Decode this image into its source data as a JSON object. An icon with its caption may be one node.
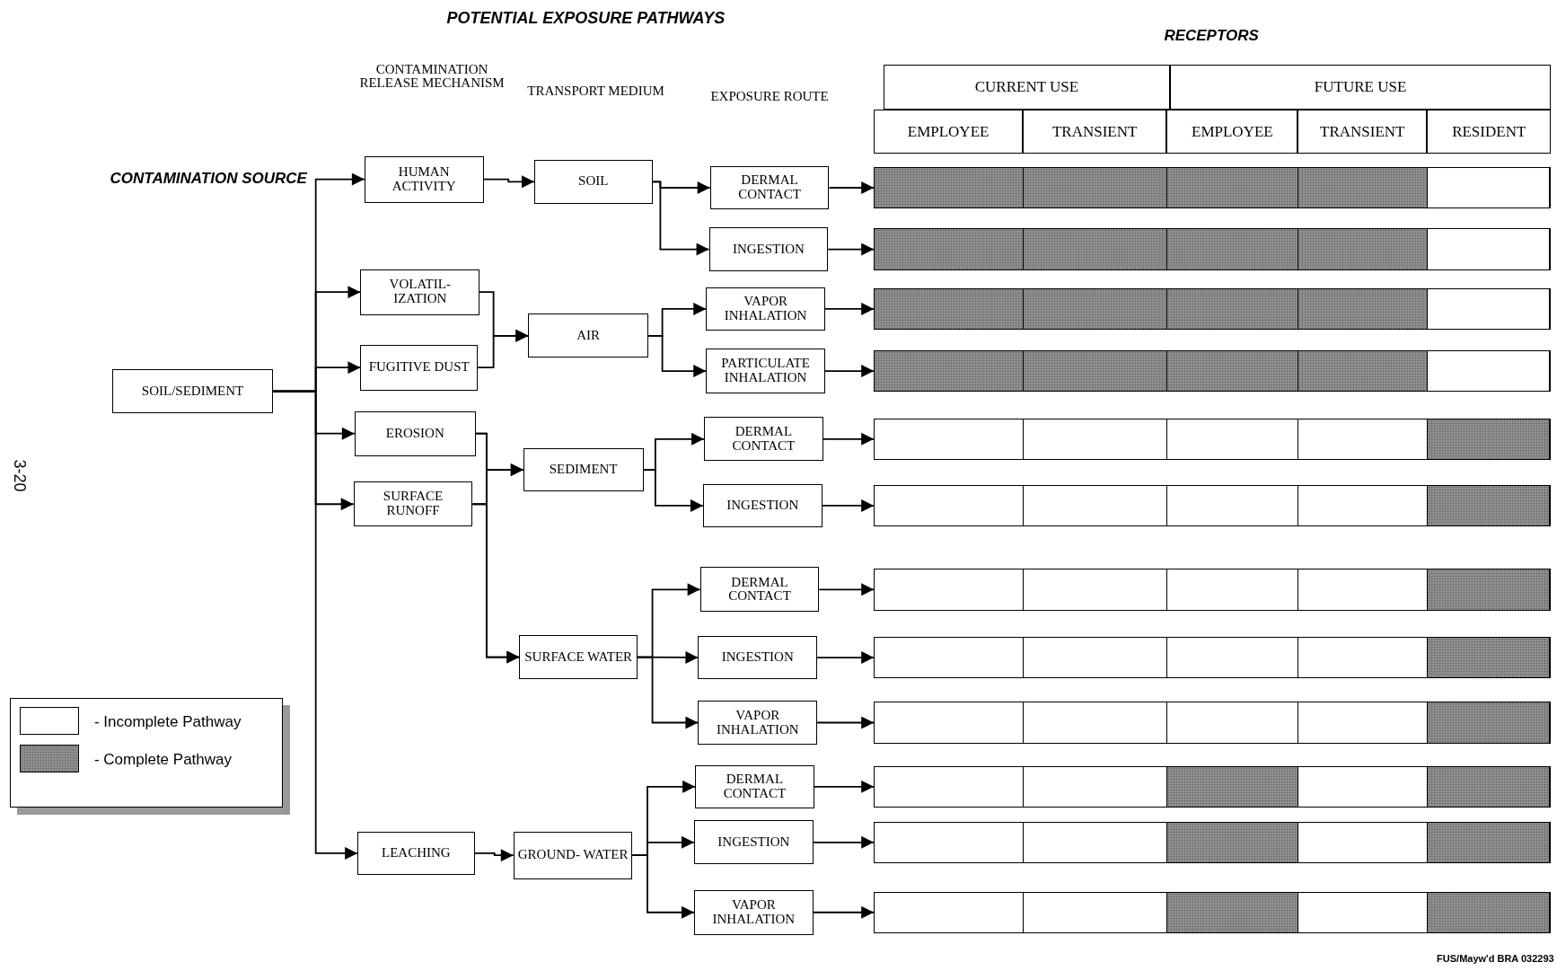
{
  "diagram": {
    "title": "POTENTIAL EXPOSURE PATHWAYS",
    "nodes": [
      {
        "text": [
          "SOIL/SEDIMENT"
        ]
      },
      {
        "text": [
          "HUMAN ACTIVITY"
        ]
      },
      {
        "text": [
          "VOLATIL- IZATION"
        ]
      },
      {
        "text": [
          "FUGITIVE DUST"
        ]
      },
      {
        "text": [
          "EROSION"
        ]
      },
      {
        "text": [
          "SURFACE RUNOFF"
        ]
      },
      {
        "text": [
          "LEACHING"
        ]
      },
      {
        "text": [
          "SOIL"
        ]
      },
      {
        "text": [
          "AIR"
        ]
      },
      {
        "text": [
          "SEDIMENT"
        ]
      },
      {
        "text": [
          "SURFACE WATER"
        ]
      },
      {
        "text": [
          "GROUND- WATER"
        ]
      },
      {
        "text": [
          "DERMAL CONTACT"
        ]
      },
      {
        "text": [
          "INGESTION"
        ]
      },
      {
        "text": [
          "VAPOR INHALATION"
        ]
      },
      {
        "text": [
          "PARTICULATE INHALATION"
        ]
      },
      {
        "text": [
          "DERMAL CONTACT"
        ]
      },
      {
        "text": [
          "INGESTION"
        ]
      },
      {
        "text": [
          "DERMAL CONTACT"
        ]
      },
      {
        "text": [
          "INGESTION"
        ]
      },
      {
        "text": [
          "VAPOR INHALATION"
        ]
      },
      {
        "text": [
          "DERMAL CONTACT"
        ]
      },
      {
        "text": [
          "INGESTION"
        ]
      },
      {
        "text": [
          "VAPOR INHALATION"
        ]
      },
      {
        "text": [],
        "shape": "bar"
      },
      {
        "text": [],
        "shape": "block",
        "in": 24
      },
      {
        "text": [],
        "shape": "block",
        "in": 24
      },
      {
        "text": [],
        "shape": "block",
        "in": 24
      },
      {
        "text": [],
        "shape": "block",
        "in": 24
      },
      {
        "text": [],
        "shape": "box",
        "in": 24
      },
      {
        "text": [],
        "shape": "bar"
      },
      {
        "text": [],
        "shape": "block",
        "in": 30
      },
      {
        "text": [],
        "shape": "block",
        "in": 30
      },
      {
        "text": [],
        "shape": "block",
        "in": 30
      },
      {
        "text": [],
        "shape": "block",
        "in": 30
      },
      {
        "text": [],
        "shape": "box",
        "in": 30
      },
      {
        "text": [],
        "shape": "bar"
      },
      {
        "text": [],
        "shape": "block",
        "in": 36
      },
      {
        "text": [],
        "shape": "block",
        "in": 36
      },
      {
        "text": [],
        "shape": "block",
        "in": 36
      },
      {
        "text": [],
        "shape": "block",
        "in": 36
      },
      {
        "text": [],
        "shape": "box",
        "in": 36
      },
      {
        "text": [],
        "shape": "bar"
      },
      {
        "text": [],
        "shape": "block",
        "in": 42
      },
      {
        "text": [],
        "shape": "block",
        "in": 42
      },
      {
        "text": [],
        "shape": "block",
        "in": 42
      },
      {
        "text": [],
        "shape": "block",
        "in": 42
      },
      {
        "text": [],
        "shape": "box",
        "in": 42
      },
      {
        "text": [],
        "shape": "bar"
      },
      {
        "text": [],
        "shape": "box",
        "in": 48
      },
      {
        "text": [],
        "shape": "box",
        "in": 48
      },
      {
        "text": [],
        "shape": "box",
        "in": 48
      },
      {
        "text": [],
        "shape": "box",
        "in": 48
      },
      {
        "text": [],
        "shape": "block",
        "in": 48
      },
      {
        "text": [],
        "shape": "bar"
      },
      {
        "text": [],
        "shape": "box",
        "in": 54
      },
      {
        "text": [],
        "shape": "box",
        "in": 54
      },
      {
        "text": [],
        "shape": "box",
        "in": 54
      },
      {
        "text": [],
        "shape": "box",
        "in": 54
      },
      {
        "text": [],
        "shape": "block",
        "in": 54
      },
      {
        "text": [],
        "shape": "bar"
      },
      {
        "text": [],
        "shape": "box",
        "in": 60
      },
      {
        "text": [],
        "shape": "box",
        "in": 60
      },
      {
        "text": [],
        "shape": "box",
        "in": 60
      },
      {
        "text": [],
        "shape": "box",
        "in": 60
      },
      {
        "text": [],
        "shape": "block",
        "in": 60
      },
      {
        "text": [],
        "shape": "bar"
      },
      {
        "text": [],
        "shape": "box",
        "in": 66
      },
      {
        "text": [],
        "shape": "box",
        "in": 66
      },
      {
        "text": [],
        "shape": "box",
        "in": 66
      },
      {
        "text": [],
        "shape": "box",
        "in": 66
      },
      {
        "text": [],
        "shape": "block",
        "in": 66
      },
      {
        "text": [],
        "shape": "bar"
      },
      {
        "text": [],
        "shape": "box",
        "in": 72
      },
      {
        "text": [],
        "shape": "box",
        "in": 72
      },
      {
        "text": [],
        "shape": "box",
        "in": 72
      },
      {
        "text": [],
        "shape": "box",
        "in": 72
      },
      {
        "text": [],
        "shape": "block",
        "in": 72
      },
      {
        "text": [],
        "shape": "bar"
      },
      {
        "text": [],
        "shape": "box",
        "in": 78
      },
      {
        "text": [],
        "shape": "box",
        "in": 78
      },
      {
        "text": [],
        "shape": "block",
        "in": 78
      },
      {
        "text": [],
        "shape": "box",
        "in": 78
      },
      {
        "text": [],
        "shape": "block",
        "in": 78
      },
      {
        "text": [],
        "shape": "bar"
      },
      {
        "text": [],
        "shape": "box",
        "in": 84
      },
      {
        "text": [],
        "shape": "box",
        "in": 84
      },
      {
        "text": [],
        "shape": "block",
        "in": 84
      },
      {
        "text": [],
        "shape": "box",
        "in": 84
      },
      {
        "text": [],
        "shape": "block",
        "in": 84
      },
      {
        "text": [],
        "shape": "bar"
      },
      {
        "text": [],
        "shape": "box",
        "in": 90
      },
      {
        "text": [],
        "shape": "box",
        "in": 90
      },
      {
        "text": [],
        "shape": "block",
        "in": 90
      },
      {
        "text": [],
        "shape": "box",
        "in": 90
      },
      {
        "text": [],
        "shape": "block",
        "in": 90
      }
    ],
    "edges": [
      {
        "from": 0,
        "to": 1,
        "arrow": "to"
      },
      {
        "from": 0,
        "to": 2,
        "arrow": "to"
      },
      {
        "from": 0,
        "to": 3,
        "arrow": "to"
      },
      {
        "from": 0,
        "to": 4,
        "arrow": "to"
      },
      {
        "from": 0,
        "to": 5,
        "arrow": "to"
      },
      {
        "from": 0,
        "to": 6,
        "arrow": "to"
      },
      {
        "from": 1,
        "to": 7,
        "arrow": "to"
      },
      {
        "from": 2,
        "to": 8,
        "arrow": "to"
      },
      {
        "from": 3,
        "to": 8,
        "arrow": "to"
      },
      {
        "from": 4,
        "to": 9,
        "arrow": "to"
      },
      {
        "from": 5,
        "to": 9,
        "arrow": "to"
      },
      {
        "from": 4,
        "to": 10,
        "arrow": "to"
      },
      {
        "from": 5,
        "to": 10,
        "arrow": "to"
      },
      {
        "from": 6,
        "to": 11,
        "arrow": "to"
      },
      {
        "from": 7,
        "to": 12,
        "arrow": "to"
      },
      {
        "from": 7,
        "to": 13,
        "arrow": "to"
      },
      {
        "from": 8,
        "to": 14,
        "arrow": "to"
      },
      {
        "from": 8,
        "to": 15,
        "arrow": "to"
      },
      {
        "from": 9,
        "to": 16,
        "arrow": "to"
      },
      {
        "from": 9,
        "to": 17,
        "arrow": "to"
      },
      {
        "from": 10,
        "to": 18,
        "arrow": "to"
      },
      {
        "from": 10,
        "to": 19,
        "arrow": "to"
      },
      {
        "from": 10,
        "to": 20,
        "arrow": "to"
      },
      {
        "from": 11,
        "to": 21,
        "arrow": "to"
      },
      {
        "from": 11,
        "to": 22,
        "arrow": "to"
      },
      {
        "from": 11,
        "to": 23,
        "arrow": "to"
      },
      {
        "from": 12,
        "to": 24,
        "arrow": "to"
      },
      {
        "from": 13,
        "to": 30,
        "arrow": "to"
      },
      {
        "from": 14,
        "to": 36,
        "arrow": "to"
      },
      {
        "from": 15,
        "to": 42,
        "arrow": "to"
      },
      {
        "from": 16,
        "to": 48,
        "arrow": "to"
      },
      {
        "from": 17,
        "to": 54,
        "arrow": "to"
      },
      {
        "from": 18,
        "to": 60,
        "arrow": "to"
      },
      {
        "from": 19,
        "to": 66,
        "arrow": "to"
      },
      {
        "from": 20,
        "to": 72,
        "arrow": "to"
      },
      {
        "from": 21,
        "to": 78,
        "arrow": "to"
      },
      {
        "from": 22,
        "to": 84,
        "arrow": "to"
      },
      {
        "from": 23,
        "to": 90,
        "arrow": "to"
      }
    ],
    "labels": [
      "CONTAMINATION RELEASE MECHANISM",
      "TRANSPORT MEDIUM",
      "EXPOSURE ROUTE",
      "RECEPTORS",
      "CURRENT USE",
      "FUTURE USE",
      "EMPLOYEE",
      "TRANSIENT",
      "EMPLOYEE",
      "TRANSIENT",
      "RESIDENT",
      "CONTAMINATION SOURCE",
      "3-20",
      "FUS/Mayw'd BRA 032293"
    ],
    "legend": [
      {
        "text": "- Incomplete Pathway",
        "color": "#ffffff"
      },
      {
        "text": "- Complete Pathway",
        "color": "#8c8c8c"
      }
    ]
  }
}
